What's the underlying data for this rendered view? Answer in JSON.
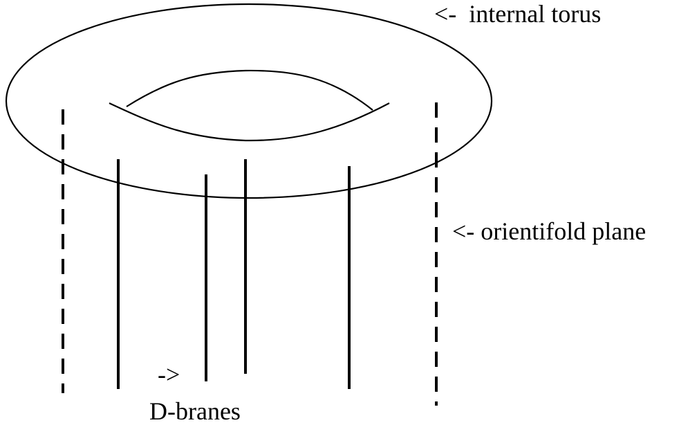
{
  "labels": {
    "torus": "<-  internal torus",
    "orientifold": "<- orientifold plane",
    "arrow": "->",
    "dbranes": "D-branes"
  },
  "colors": {
    "stroke": "#000000",
    "background": "#ffffff"
  }
}
